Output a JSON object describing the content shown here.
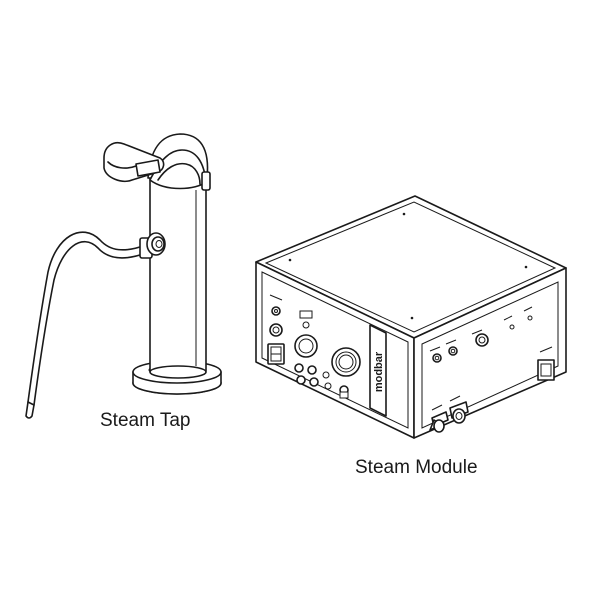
{
  "labels": {
    "steam_tap": "Steam Tap",
    "steam_module": "Steam Module"
  },
  "module": {
    "brand_text": "modbar"
  },
  "icons": {
    "steam_tap": "steam-tap-illustration",
    "steam_module": "steam-module-illustration"
  },
  "colors": {
    "line": "#1a1a1a",
    "background": "#ffffff"
  }
}
